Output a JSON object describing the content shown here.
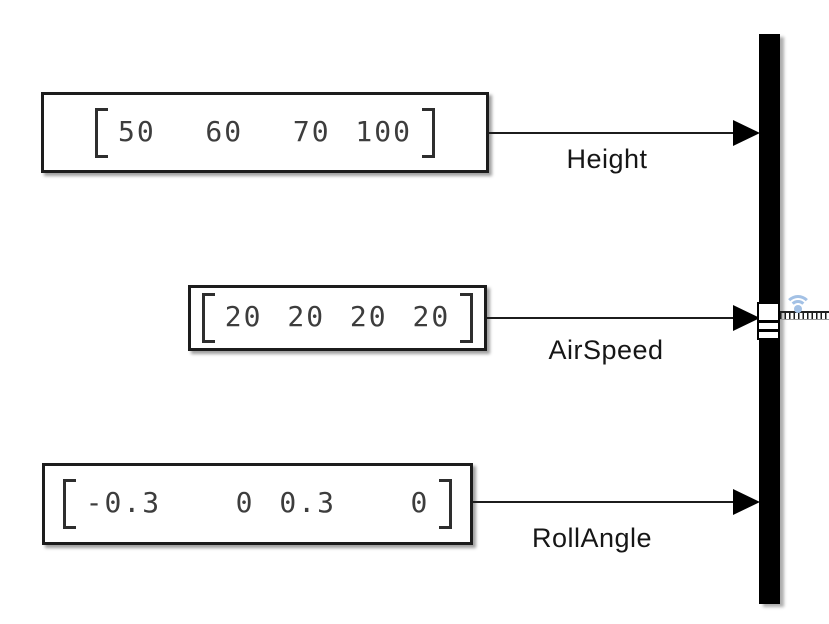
{
  "canvas": {
    "background": "#ffffff"
  },
  "blocks": [
    {
      "id": "height-constant",
      "type": "Constant",
      "value": "50  60  70 100",
      "signal_label": "Height"
    },
    {
      "id": "airspeed-constant",
      "type": "Constant",
      "value": "20 20 20 20",
      "signal_label": "AirSpeed"
    },
    {
      "id": "rollangle-constant",
      "type": "Constant",
      "value": "-0.3   0 0.3   0",
      "signal_label": "RollAngle"
    }
  ],
  "mux": {
    "type": "Mux",
    "fill": "#000000",
    "inputs": 3
  },
  "icons": {
    "streaming_badge": "wifi-streaming-icon",
    "streaming_badge_color": "#a3c1e5"
  },
  "output_line": {
    "style": "dashed-clipped-at-right-edge"
  },
  "colors": {
    "block_border": "#1c1c1c",
    "block_fill": "#ffffff",
    "value_text": "#3d3d3d",
    "label_text": "#161616",
    "wire": "#1c1c1c"
  }
}
